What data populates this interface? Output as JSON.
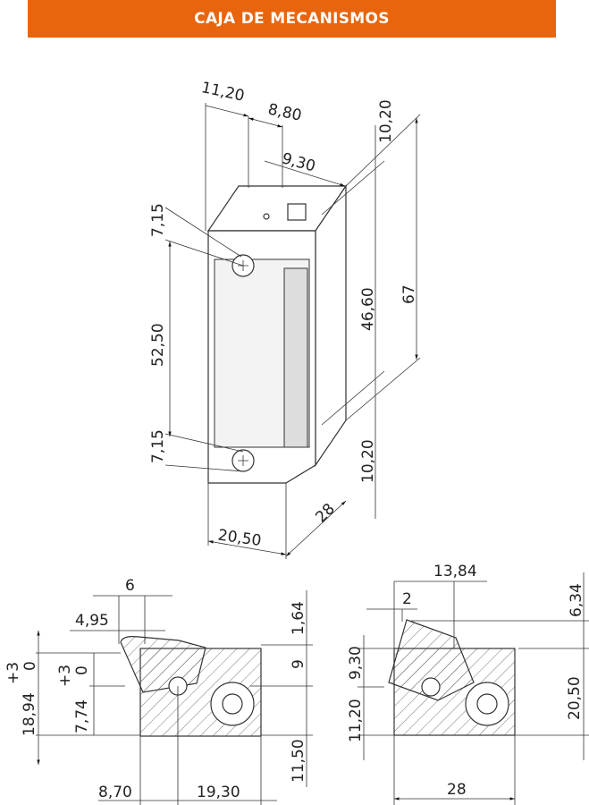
{
  "header": {
    "title": "CAJA DE MECANISMOS",
    "color": "#E8650E"
  },
  "front_view": {
    "dims": {
      "top_width_a": "11,20",
      "top_width_b": "8,80",
      "depth_top": "9,30",
      "top_offset": "10,20",
      "center_height": "46,60",
      "total_height": "67",
      "bottom_offset": "10,20",
      "screw_top": "7,15",
      "screw_spacing": "52,50",
      "screw_bottom": "7,15",
      "depth": "28",
      "width": "20,50"
    }
  },
  "section_left": {
    "dims": {
      "top_6": "6",
      "top_4_95": "4,95",
      "tol_a_plus": "+3",
      "tol_a_zero": "0",
      "height_18_94": "18,94",
      "tol_b_plus": "+3",
      "tol_b_zero": "0",
      "height_7_74": "7,74",
      "right_1_64": "1,64",
      "right_9": "9",
      "right_11_50": "11,50",
      "bottom_8_70": "8,70",
      "bottom_19_30": "19,30"
    }
  },
  "section_right": {
    "dims": {
      "top_13_84": "13,84",
      "top_2": "2",
      "right_6_34": "6,34",
      "left_9_30": "9,30",
      "left_11_20": "11,20",
      "right_20_50": "20,50",
      "bottom_28": "28"
    }
  }
}
